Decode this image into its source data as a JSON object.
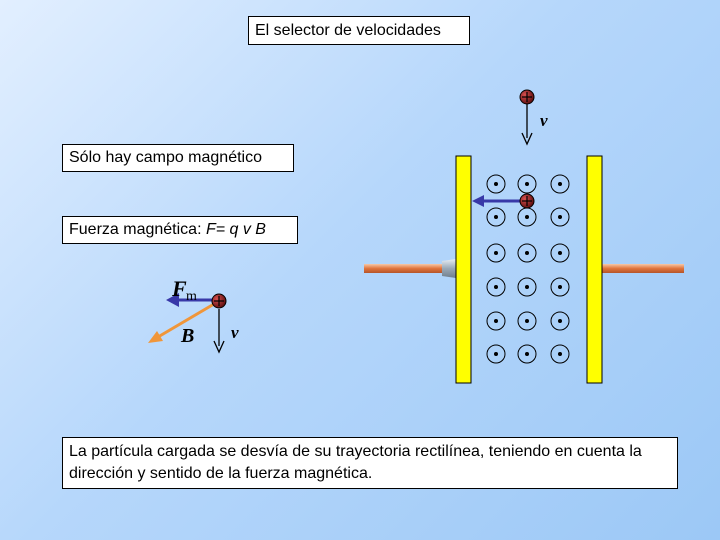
{
  "title": "El selector de velocidades",
  "magnetic_only": "Sólo hay campo magnético",
  "force_formula": {
    "prefix": "Fuerza magnética: ",
    "formula": "F= q v B"
  },
  "conclusion": "La partícula cargada se desvía de su trayectoria rectilínea, teniendo en cuenta la dirección y sentido de la fuerza magnética.",
  "labels": {
    "v_top": "v",
    "v_bottom": "v",
    "F": "F",
    "F_sub": "m",
    "B": "B"
  },
  "colors": {
    "plate": "#ffff00",
    "particle": "#8b1a1a",
    "force_arrow": "#3838a8",
    "b_arrow": "#f0963a",
    "rod": "#e88b5c"
  }
}
